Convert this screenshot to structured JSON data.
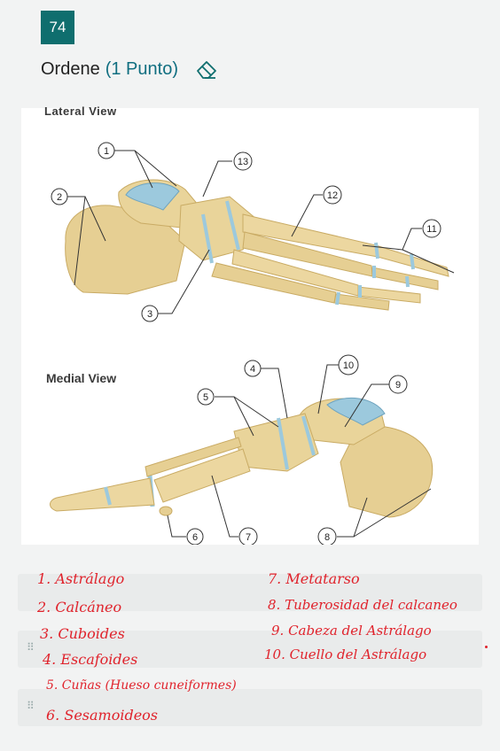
{
  "question": {
    "number": "74",
    "title": "Ordene",
    "points": "(1 Punto)"
  },
  "figure": {
    "lateral_label": "Lateral View",
    "medial_label": "Medial View",
    "callouts_lateral": [
      "1",
      "2",
      "3",
      "11",
      "12",
      "13"
    ],
    "callouts_medial": [
      "4",
      "5",
      "6",
      "7",
      "8",
      "9",
      "10"
    ]
  },
  "answers_left": [
    "1. Astrálago",
    "2. Calcáneo",
    "3. Cuboides",
    "4. Escafoides",
    "5. Cuñas (Hueso cuneiformes)",
    "6. Sesamoideos"
  ],
  "answers_right": [
    "7. Metatarso",
    "8. Tuberosidad del calcaneo",
    "9. Cabeza del Astrálago",
    "10. Cuello del Astrálago"
  ],
  "colors": {
    "accent": "#0f6e6e",
    "points": "#106e80",
    "handwriting": "#e0232c",
    "bone": "#e9d49a",
    "cartilage": "#9cc9dd"
  }
}
